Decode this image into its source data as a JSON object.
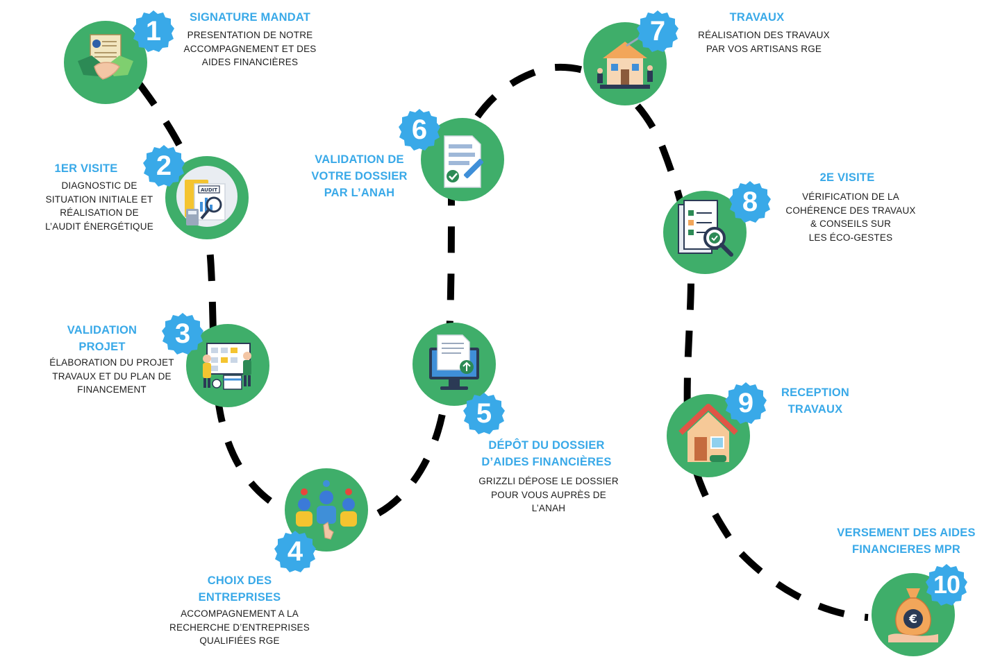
{
  "colors": {
    "accent_blue": "#39a9e8",
    "circle_green": "#3fae6a",
    "path_black": "#000000",
    "text_dark": "#1c1c1c"
  },
  "steps": [
    {
      "number": "1",
      "title_lines": [
        "SIGNATURE MANDAT"
      ],
      "desc_lines": [
        "PRESENTATION DE NOTRE",
        "ACCOMPAGNEMENT ET DES",
        "AIDES FINANCIÈRES"
      ],
      "icon": "handshake-contract-icon"
    },
    {
      "number": "2",
      "title_lines": [
        "1ER VISITE"
      ],
      "desc_lines": [
        "DIAGNOSTIC DE",
        "SITUATION INITIALE ET",
        "RÉALISATION DE",
        "L’AUDIT ÉNERGÉTIQUE"
      ],
      "icon": "audit-folder-icon",
      "icon_text": "AUDIT"
    },
    {
      "number": "3",
      "title_lines": [
        "VALIDATION",
        "PROJET"
      ],
      "desc_lines": [
        "ÉLABORATION DU PROJET",
        "TRAVAUX ET DU PLAN DE",
        "FINANCEMENT"
      ],
      "icon": "planning-board-icon"
    },
    {
      "number": "4",
      "title_lines": [
        "CHOIX DES",
        "ENTREPRISES"
      ],
      "desc_lines": [
        "ACCOMPAGNEMENT A LA",
        "RECHERCHE D’ENTREPRISES",
        "QUALIFIÉES RGE"
      ],
      "icon": "team-selection-icon"
    },
    {
      "number": "5",
      "title_lines": [
        "DÉPÔT DU DOSSIER",
        "D’AIDES FINANCIÈRES"
      ],
      "desc_lines": [
        "GRIZZLI DÉPOSE LE DOSSIER",
        "POUR VOUS AUPRÈS DE",
        "L’ANAH"
      ],
      "icon": "computer-upload-icon"
    },
    {
      "number": "6",
      "title_lines": [
        "VALIDATION DE",
        "VOTRE DOSSIER",
        "PAR L’ANAH"
      ],
      "desc_lines": [],
      "icon": "validated-document-icon"
    },
    {
      "number": "7",
      "title_lines": [
        "TRAVAUX"
      ],
      "desc_lines": [
        "RÉALISATION DES TRAVAUX",
        "PAR VOS ARTISANS RGE"
      ],
      "icon": "house-renovation-icon"
    },
    {
      "number": "8",
      "title_lines": [
        "2E VISITE"
      ],
      "desc_lines": [
        "VÉRIFICATION DE LA",
        "COHÉRENCE DES TRAVAUX",
        "&  CONSEILS SUR",
        "LES ÉCO-GESTES"
      ],
      "icon": "checklist-magnifier-icon"
    },
    {
      "number": "9",
      "title_lines": [
        "RECEPTION",
        "TRAVAUX"
      ],
      "desc_lines": [],
      "icon": "house-icon"
    },
    {
      "number": "10",
      "title_lines": [
        "VERSEMENT DES AIDES",
        "FINANCIERES MPR"
      ],
      "desc_lines": [],
      "icon": "euro-money-bag-icon"
    }
  ]
}
